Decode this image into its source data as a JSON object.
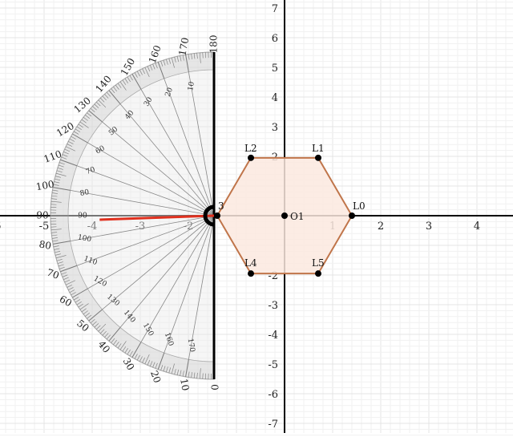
{
  "axes": {
    "x_min": -6,
    "x_max": 4.8,
    "y_min": -7.4,
    "y_max": 7.3,
    "x_tick_labels": [
      "-6",
      "-5",
      "-4",
      "-3",
      "-2",
      "",
      "1",
      "2",
      "3",
      "4"
    ],
    "x_tick_values": [
      -6,
      -5,
      -4,
      -3,
      -2,
      -1,
      1,
      2,
      3,
      4
    ],
    "y_tick_labels": [
      "7",
      "6",
      "5",
      "4",
      "3",
      "2",
      "",
      "",
      "-2",
      "-3",
      "-4",
      "-5",
      "-6",
      "-7"
    ],
    "y_tick_values": [
      7,
      6,
      5,
      4,
      3,
      2,
      1,
      -1,
      -2,
      -3,
      -4,
      -5,
      -6,
      -7
    ],
    "axis_color": "#000000",
    "grid_color": "#e4e4e4",
    "grid_minor_color": "#f1f1f1"
  },
  "hexagon": {
    "fill": "#fbe9df",
    "stroke": "#c0754a",
    "center": {
      "label": "O1",
      "x": 0,
      "y": 0
    },
    "vertices": [
      {
        "label": "L0",
        "x": 1.4,
        "y": 0
      },
      {
        "label": "L1",
        "x": 0.7,
        "y": 1.95
      },
      {
        "label": "L2",
        "x": -0.7,
        "y": 1.95
      },
      {
        "label": "L3",
        "x": -1.4,
        "y": 0
      },
      {
        "label": "L4",
        "x": -0.7,
        "y": -1.95
      },
      {
        "label": "L5",
        "x": 0.7,
        "y": -1.95
      }
    ],
    "visible_labels": [
      "L0",
      "L1",
      "L2",
      "3",
      "L4",
      "L5"
    ]
  },
  "protractor": {
    "center_x": -1.5,
    "center_y": 0,
    "radius_units": 3.5,
    "outer_labels": [
      "0",
      "10",
      "20",
      "30",
      "40",
      "50",
      "60",
      "70",
      "80",
      "90",
      "100",
      "110",
      "120",
      "130",
      "140",
      "150",
      "160",
      "170",
      "180"
    ],
    "inner_labels": [
      "170",
      "160",
      "150",
      "140",
      "130",
      "120",
      "110",
      "100",
      "90",
      "80",
      "70",
      "60",
      "50",
      "40",
      "30",
      "20",
      "10"
    ],
    "red_line_angle_deg": 88,
    "red_color": "#e0301e"
  }
}
